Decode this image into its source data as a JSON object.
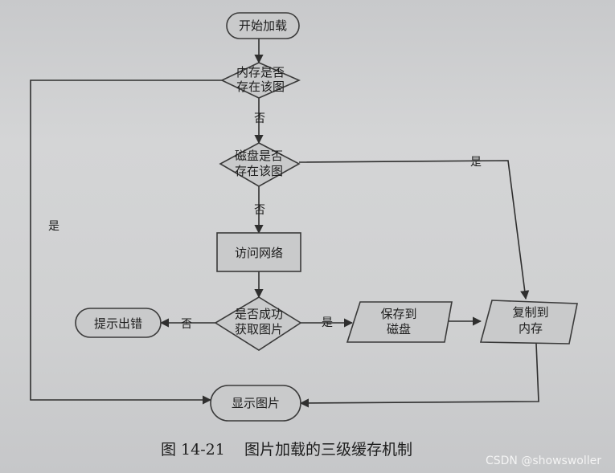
{
  "nodes": {
    "start": "开始加载",
    "mem_check_line1": "内存是否",
    "mem_check_line2": "存在该图",
    "disk_check_line1": "磁盘是否",
    "disk_check_line2": "存在该图",
    "network": "访问网络",
    "success_check_line1": "是否成功",
    "success_check_line2": "获取图片",
    "error": "提示出错",
    "save_disk_line1": "保存到",
    "save_disk_line2": "磁盘",
    "copy_mem_line1": "复制到",
    "copy_mem_line2": "内存",
    "show": "显示图片"
  },
  "edges": {
    "mem_no": "否",
    "mem_yes": "是",
    "disk_no": "否",
    "disk_yes": "是",
    "success_yes": "是",
    "success_no": "否"
  },
  "caption": "图 14-21    图片加载的三级缓存机制",
  "watermark": "CSDN @showswoller",
  "colors": {
    "shape_fill": "#c9cacb",
    "stroke": "#3a3a3a",
    "background": "#cfd0d2"
  }
}
